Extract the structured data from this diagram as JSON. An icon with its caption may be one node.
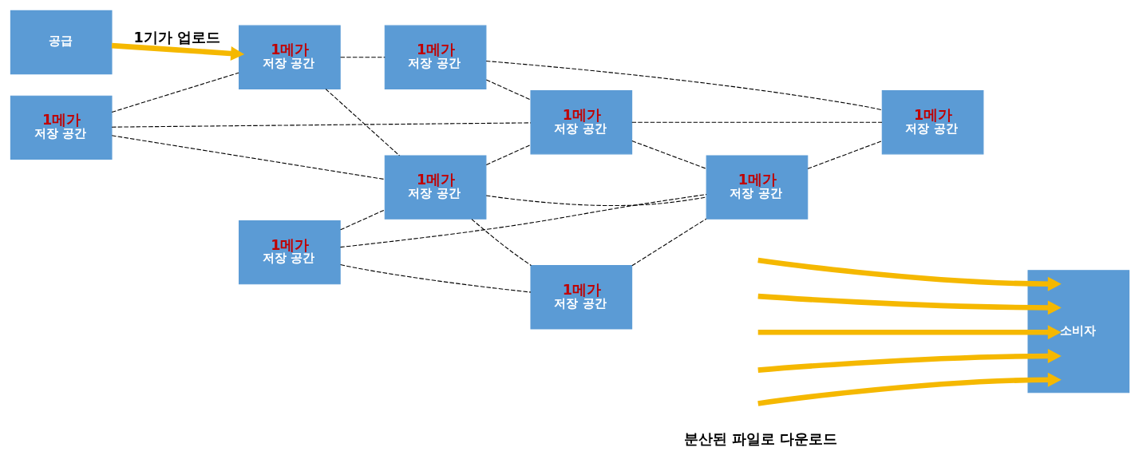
{
  "diagram": {
    "nodes": [
      {
        "text": [
          "공급"
        ]
      },
      {
        "text": [
          "1메가",
          "저장 공간"
        ]
      },
      {
        "text": [
          "1메가",
          "저장 공간"
        ]
      },
      {
        "text": [
          "1메가",
          "저장 공간"
        ]
      },
      {
        "text": [
          "1메가",
          "저장 공간"
        ]
      },
      {
        "text": [
          "1메가",
          "저장 공간"
        ]
      },
      {
        "text": [
          "1메가",
          "저장 공간"
        ]
      },
      {
        "text": [
          "1메가",
          "저장 공간"
        ]
      },
      {
        "text": [
          "1메가",
          "저장 공간"
        ]
      },
      {
        "text": [
          "1메가",
          "저장 공간"
        ]
      },
      {
        "text": [
          "소비자"
        ]
      }
    ],
    "edges": [
      {
        "from": 0,
        "to": 3,
        "arrow": "to",
        "label": "1기가 업로드",
        "style": "thick",
        "color": "#f5b800"
      },
      {
        "from": 1,
        "to": 3,
        "arrow": "none",
        "style": "dashed"
      },
      {
        "from": 1,
        "to": 7,
        "arrow": "none",
        "style": "dashed"
      },
      {
        "from": 1,
        "to": 4,
        "arrow": "none",
        "style": "dashed"
      },
      {
        "from": 2,
        "to": 4,
        "arrow": "none",
        "style": "dashed"
      },
      {
        "from": 2,
        "to": 8,
        "arrow": "none",
        "style": "dashed"
      },
      {
        "from": 2,
        "to": 5,
        "arrow": "none",
        "style": "dashed"
      },
      {
        "from": 3,
        "to": 4,
        "arrow": "none",
        "style": "dashed"
      },
      {
        "from": 4,
        "to": 5,
        "arrow": "none",
        "style": "dashed"
      },
      {
        "from": 3,
        "to": 6,
        "arrow": "none",
        "style": "dashed"
      },
      {
        "from": 4,
        "to": 7,
        "arrow": "none",
        "style": "dashed"
      },
      {
        "from": 4,
        "to": 8,
        "arrow": "none",
        "style": "dashed"
      },
      {
        "from": 5,
        "to": 8,
        "arrow": "none",
        "style": "dashed"
      },
      {
        "from": 6,
        "to": 7,
        "arrow": "none",
        "style": "dashed"
      },
      {
        "from": 7,
        "to": 8,
        "arrow": "none",
        "style": "dashed"
      },
      {
        "from": 7,
        "to": 9,
        "arrow": "none",
        "style": "dashed"
      },
      {
        "from": 8,
        "to": 9,
        "arrow": "none",
        "style": "dashed"
      },
      {
        "from": 6,
        "to": 9,
        "arrow": "none",
        "style": "dashed"
      },
      {
        "from": null,
        "to": 10,
        "arrow": "to",
        "style": "thick",
        "color": "#f5b800"
      },
      {
        "from": null,
        "to": 10,
        "arrow": "to",
        "style": "thick",
        "color": "#f5b800"
      },
      {
        "from": null,
        "to": 10,
        "arrow": "to",
        "style": "thick",
        "color": "#f5b800"
      },
      {
        "from": null,
        "to": 10,
        "arrow": "to",
        "style": "thick",
        "color": "#f5b800"
      },
      {
        "from": null,
        "to": 10,
        "arrow": "to",
        "style": "thick",
        "color": "#f5b800"
      }
    ],
    "labels": [
      "분산된 파일로 다운로드"
    ]
  }
}
